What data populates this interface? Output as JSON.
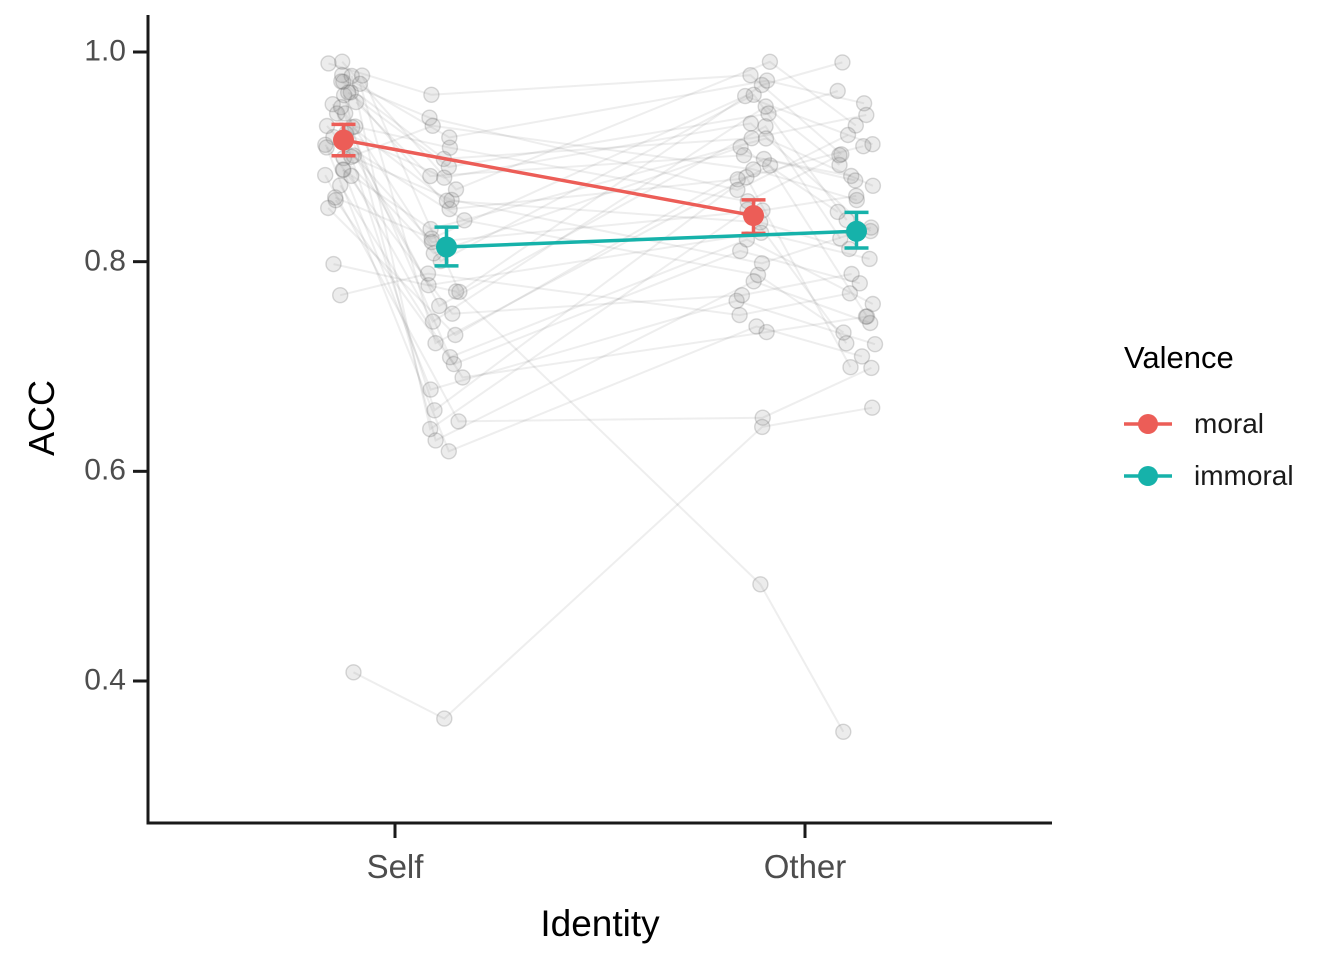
{
  "chart_data": {
    "type": "line",
    "title": "",
    "xlabel": "Identity",
    "ylabel": "ACC",
    "categories": [
      "Self",
      "Other"
    ],
    "y_ticks": [
      1.0,
      0.8,
      0.6,
      0.4
    ],
    "ylim": [
      0.26,
      1.03
    ],
    "grid": false,
    "legend_position": "right",
    "series": [
      {
        "name": "moral",
        "color": "#EC5D57",
        "means": [
          0.916,
          0.844
        ],
        "ci_low": [
          0.901,
          0.827
        ],
        "ci_high": [
          0.931,
          0.859
        ]
      },
      {
        "name": "immoral",
        "color": "#16B2AA",
        "means": [
          0.814,
          0.829
        ],
        "ci_low": [
          0.796,
          0.813
        ],
        "ci_high": [
          0.833,
          0.847
        ]
      }
    ],
    "subject_value_order": [
      "Self_moral",
      "Self_immoral",
      "Other_moral",
      "Other_immoral"
    ],
    "subjects": [
      [
        0.98,
        0.92,
        0.97,
        0.95
      ],
      [
        0.97,
        0.9,
        0.92,
        0.94
      ],
      [
        0.99,
        0.96,
        0.98,
        0.9
      ],
      [
        0.95,
        0.88,
        0.9,
        0.88
      ],
      [
        0.96,
        0.85,
        0.88,
        0.91
      ],
      [
        0.93,
        0.82,
        0.85,
        0.86
      ],
      [
        0.94,
        0.8,
        0.96,
        0.84
      ],
      [
        0.92,
        0.78,
        0.83,
        0.8
      ],
      [
        0.97,
        0.72,
        0.89,
        0.75
      ],
      [
        0.9,
        0.86,
        0.8,
        0.83
      ],
      [
        0.91,
        0.75,
        0.77,
        0.79
      ],
      [
        0.89,
        0.83,
        0.92,
        0.87
      ],
      [
        0.98,
        0.64,
        0.85,
        0.72
      ],
      [
        0.96,
        0.63,
        0.78,
        0.74
      ],
      [
        0.94,
        0.66,
        0.88,
        0.7
      ],
      [
        0.88,
        0.74,
        0.95,
        0.89
      ],
      [
        0.77,
        0.79,
        0.75,
        0.77
      ],
      [
        0.99,
        0.87,
        0.99,
        0.93
      ],
      [
        0.93,
        0.91,
        0.86,
        0.9
      ],
      [
        0.9,
        0.81,
        0.91,
        0.85
      ],
      [
        0.92,
        0.84,
        0.79,
        0.73
      ],
      [
        0.95,
        0.76,
        0.93,
        0.82
      ],
      [
        0.86,
        0.7,
        0.81,
        0.78
      ],
      [
        0.97,
        0.94,
        0.87,
        0.92
      ],
      [
        0.91,
        0.62,
        0.74,
        0.71
      ],
      [
        0.85,
        0.73,
        0.9,
        0.88
      ],
      [
        0.96,
        0.89,
        0.94,
        0.96
      ],
      [
        0.89,
        0.68,
        0.76,
        0.72
      ],
      [
        0.93,
        0.86,
        0.84,
        0.81
      ],
      [
        0.98,
        0.77,
        0.97,
        0.99
      ],
      [
        0.88,
        0.65,
        0.65,
        0.7
      ],
      [
        0.9,
        0.93,
        0.89,
        0.86
      ],
      [
        0.95,
        0.71,
        0.82,
        0.76
      ],
      [
        0.86,
        0.82,
        0.96,
        0.91
      ],
      [
        0.8,
        0.77,
        0.49,
        0.35
      ],
      [
        0.41,
        0.365,
        0.64,
        0.66
      ],
      [
        0.92,
        0.88,
        0.93,
        0.83
      ],
      [
        0.87,
        0.69,
        0.73,
        0.75
      ]
    ]
  },
  "axes": {
    "y_title": "ACC",
    "x_title": "Identity",
    "y_tick_labels": [
      "1.0",
      "0.8",
      "0.6",
      "0.4"
    ],
    "x_tick_labels": [
      "Self",
      "Other"
    ]
  },
  "legend": {
    "title": "Valence",
    "items": [
      {
        "label": "moral",
        "color": "#EC5D57"
      },
      {
        "label": "immoral",
        "color": "#16B2AA"
      }
    ]
  },
  "colors": {
    "moral": "#EC5D57",
    "immoral": "#16B2AA",
    "axis": "#1a1a1a",
    "tick_text": "#4d4d4d"
  }
}
